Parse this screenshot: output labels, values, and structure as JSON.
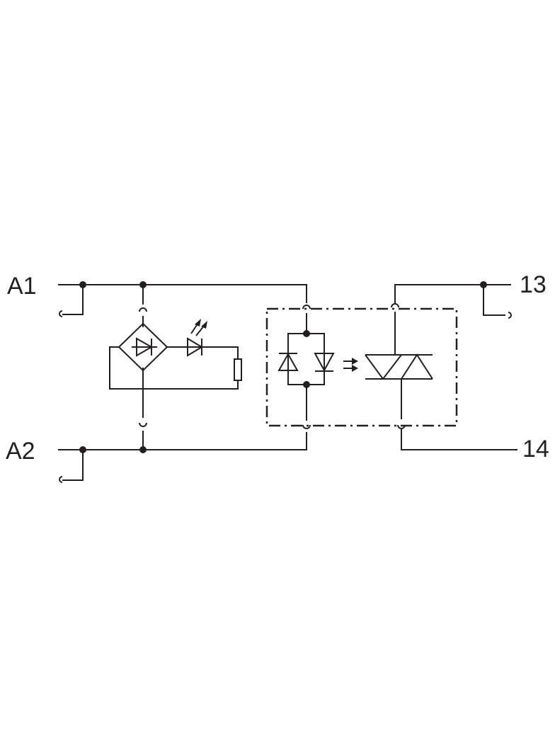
{
  "diagram": {
    "terminals": {
      "a1": "A1",
      "a2": "A2",
      "t13": "13",
      "t14": "14"
    },
    "colors": {
      "line": "#231f20",
      "background": "#ffffff"
    }
  }
}
